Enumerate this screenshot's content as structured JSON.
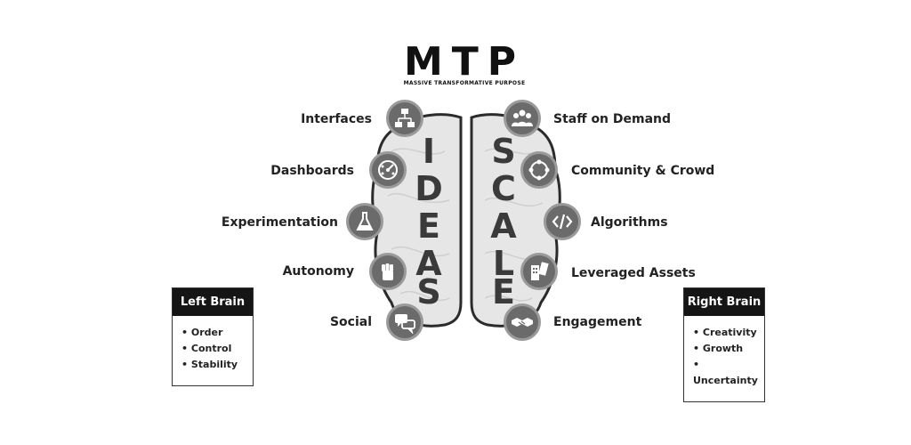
{
  "title": "MTP",
  "subtitle": "MASSIVE TRANSFORMATIVE PURPOSE",
  "left_word": [
    "I",
    "D",
    "E",
    "A",
    "S"
  ],
  "right_word": [
    "S",
    "C",
    "A",
    "L",
    "E"
  ],
  "left_items": [
    {
      "label": "Interfaces",
      "icon": "interfaces-icon"
    },
    {
      "label": "Dashboards",
      "icon": "dashboards-icon"
    },
    {
      "label": "Experimentation",
      "icon": "flask-icon"
    },
    {
      "label": "Autonomy",
      "icon": "fist-icon"
    },
    {
      "label": "Social",
      "icon": "chat-bubbles-icon"
    }
  ],
  "right_items": [
    {
      "label": "Staff on Demand",
      "icon": "people-group-icon"
    },
    {
      "label": "Community & Crowd",
      "icon": "crowd-circle-icon"
    },
    {
      "label": "Algorithms",
      "icon": "code-icon"
    },
    {
      "label": "Leveraged Assets",
      "icon": "rental-building-icon"
    },
    {
      "label": "Engagement",
      "icon": "handshake-icon"
    }
  ],
  "left_brain": {
    "title": "Left Brain",
    "items": [
      "Order",
      "Control",
      "Stability"
    ]
  },
  "right_brain": {
    "title": "Right Brain",
    "items": [
      "Creativity",
      "Growth",
      "Uncertainty"
    ]
  },
  "colors": {
    "brain_fill": "#e6e6e6",
    "brain_outline": "#2b2b2b",
    "icon_fill": "#6b6b6b",
    "box_header": "#151515"
  }
}
